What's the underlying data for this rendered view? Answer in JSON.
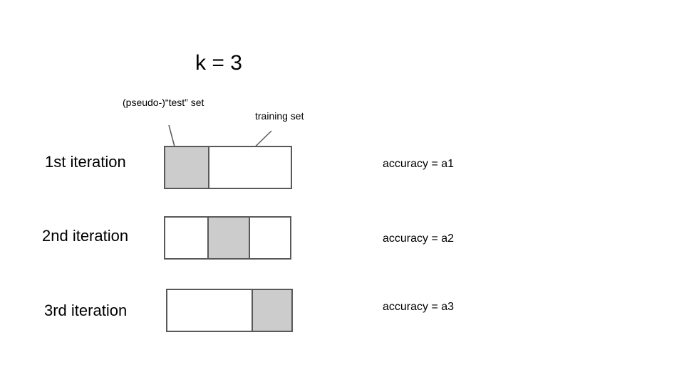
{
  "title": "k = 3",
  "labels": {
    "test_set": "(pseudo-)“test” set",
    "training_set": "training set"
  },
  "iterations": [
    {
      "label": "1st iteration",
      "accuracy": "accuracy = a1",
      "segments": [
        "test",
        "train-wide"
      ]
    },
    {
      "label": "2nd iteration",
      "accuracy": "accuracy = a2",
      "segments": [
        "train",
        "test",
        "train"
      ]
    },
    {
      "label": "3rd iteration",
      "accuracy": "accuracy = a3",
      "segments": [
        "train-wide",
        "test"
      ]
    }
  ],
  "colors": {
    "test_fill": "#cccccc",
    "train_fill": "#ffffff",
    "outline": "#595959"
  }
}
